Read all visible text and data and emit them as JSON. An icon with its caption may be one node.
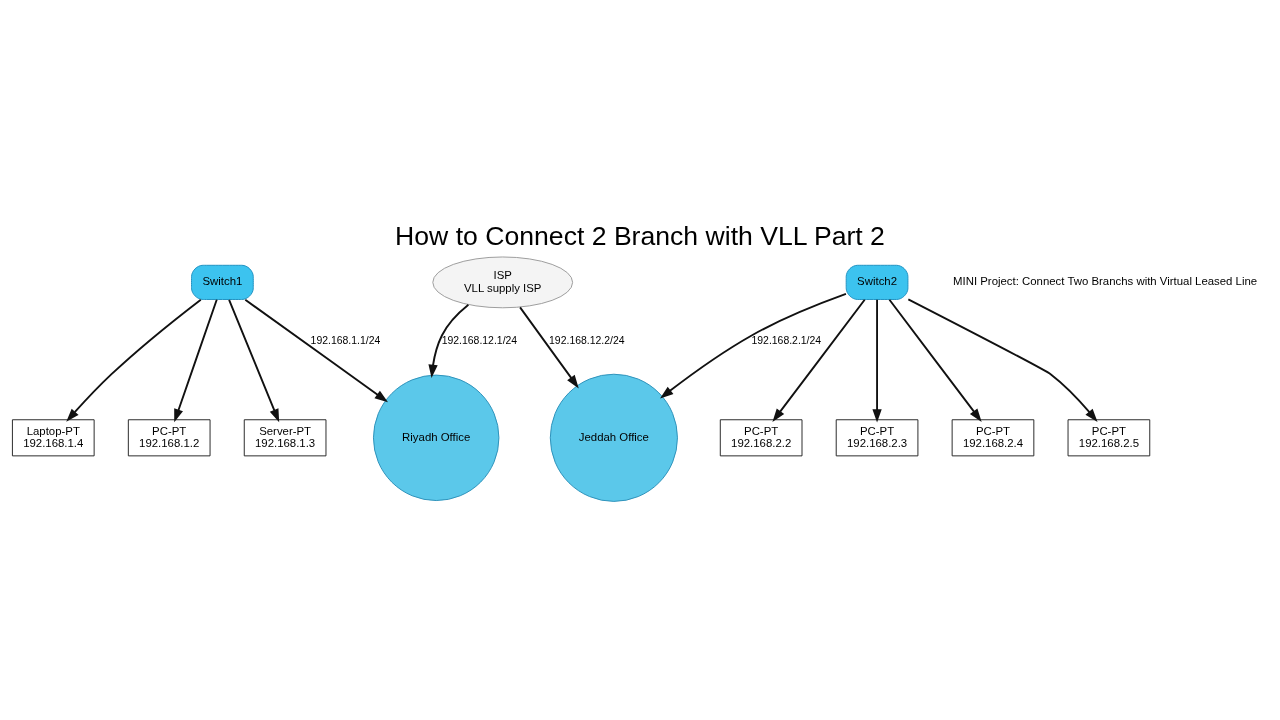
{
  "diagram": {
    "title": "How to Connect 2 Branch with VLL Part 2",
    "nodes": [
      {
        "text": [
          "ISP",
          "VLL supply ISP"
        ]
      },
      {
        "text": [
          "Riyadh Office"
        ]
      },
      {
        "text": [
          "Jeddah Office"
        ]
      },
      {
        "text": [
          "Switch1"
        ]
      },
      {
        "text": [
          "Switch2"
        ]
      },
      {
        "text": [
          "PC-PT",
          "192.168.1.2"
        ]
      },
      {
        "text": [
          "Server-PT",
          "192.168.1.3"
        ]
      },
      {
        "text": [
          "Laptop-PT",
          "192.168.1.4"
        ]
      },
      {
        "text": [
          "PC-PT",
          "192.168.2.2"
        ]
      },
      {
        "text": [
          "PC-PT",
          "192.168.2.3"
        ]
      },
      {
        "text": [
          "PC-PT",
          "192.168.2.4"
        ]
      },
      {
        "text": [
          "PC-PT",
          "192.168.2.5"
        ]
      }
    ],
    "edges": [
      {
        "from": 0,
        "to": 1,
        "arrow": "to",
        "label": "192.168.12.1/24"
      },
      {
        "from": 0,
        "to": 2,
        "arrow": "to",
        "label": "192.168.12.2/24"
      },
      {
        "from": 3,
        "to": 1,
        "arrow": "to",
        "label": "192.168.1.1/24"
      },
      {
        "from": 4,
        "to": 2,
        "arrow": "to",
        "label": "192.168.2.1/24"
      },
      {
        "from": 3,
        "to": 5,
        "arrow": "to"
      },
      {
        "from": 3,
        "to": 6,
        "arrow": "to"
      },
      {
        "from": 3,
        "to": 7,
        "arrow": "to"
      },
      {
        "from": 4,
        "to": 8,
        "arrow": "to"
      },
      {
        "from": 4,
        "to": 9,
        "arrow": "to"
      },
      {
        "from": 4,
        "to": 10,
        "arrow": "to"
      },
      {
        "from": 4,
        "to": 11,
        "arrow": "to"
      }
    ],
    "labels": [
      "MINI Project: Connect Two Branchs with Virtual Leased Line"
    ]
  }
}
